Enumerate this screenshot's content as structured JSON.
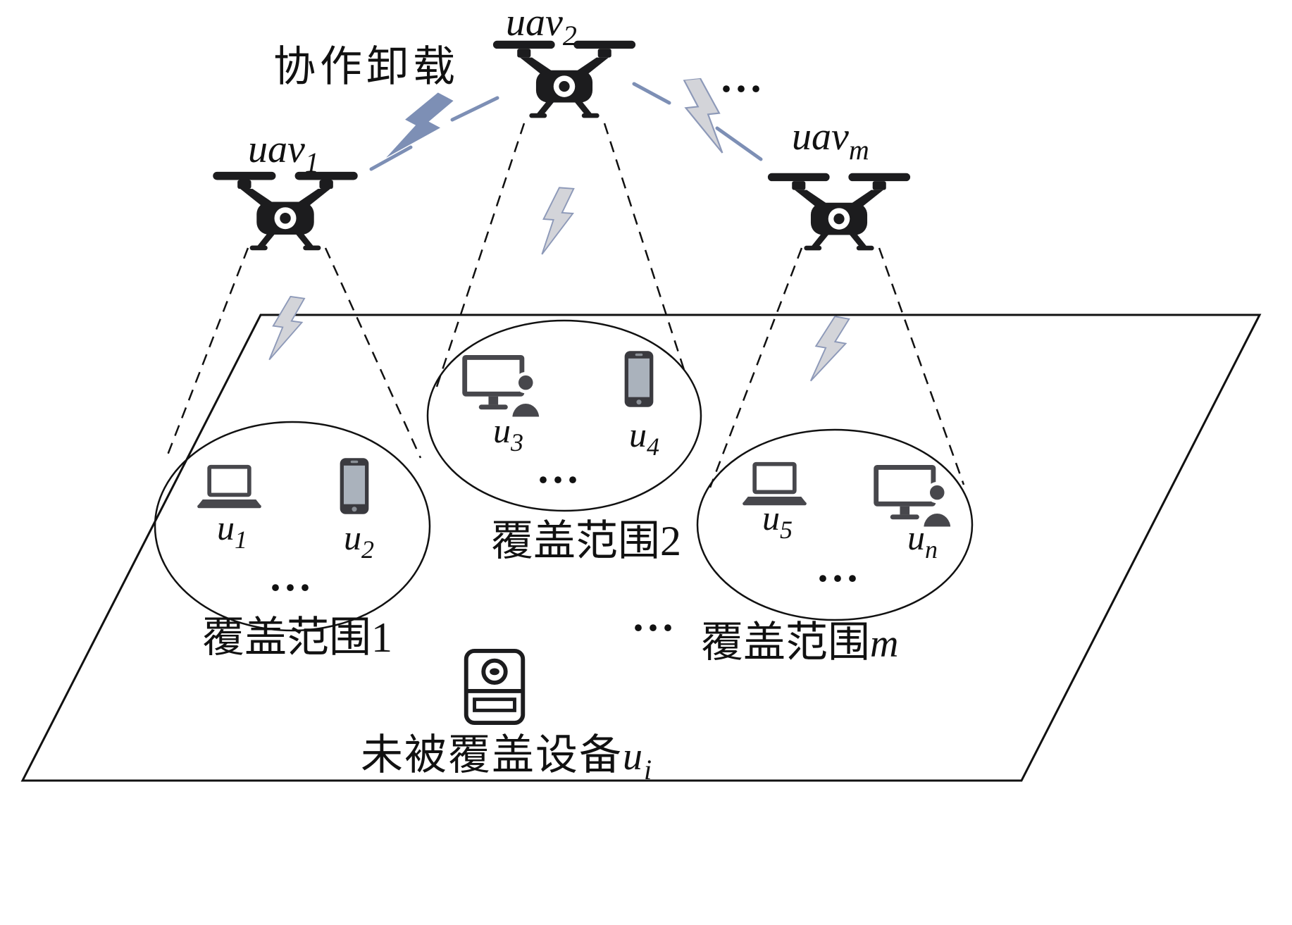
{
  "figure": {
    "cooperative_offloading": "协作卸载",
    "dots_top": "...",
    "dots_between": "...",
    "uav1": {
      "base": "uav",
      "sub": "1"
    },
    "uav2": {
      "base": "uav",
      "sub": "2"
    },
    "uavm": {
      "base": "uav",
      "sub": "m"
    },
    "coverage1": {
      "label": "覆盖范围1",
      "dots": "...",
      "u1": {
        "base": "u",
        "sub": "1"
      },
      "u2": {
        "base": "u",
        "sub": "2"
      }
    },
    "coverage2": {
      "label": "覆盖范围2",
      "dots": "...",
      "u3": {
        "base": "u",
        "sub": "3"
      },
      "u4": {
        "base": "u",
        "sub": "4"
      }
    },
    "coveragem": {
      "label_prefix": "覆盖范围",
      "label_var": "m",
      "dots": "...",
      "u5": {
        "base": "u",
        "sub": "5"
      },
      "un": {
        "base": "u",
        "sub": "n"
      }
    },
    "uncovered_prefix": "未被覆盖设备",
    "uncovered_var": {
      "base": "u",
      "sub": "i"
    }
  },
  "colors": {
    "ink": "#111111",
    "drone": "#1c1c1e",
    "device_gray": "#47474c",
    "link_blue": "#7d8fb5",
    "bolt_fill": "#d3d4d9",
    "bolt_stroke": "#8d99b8"
  }
}
